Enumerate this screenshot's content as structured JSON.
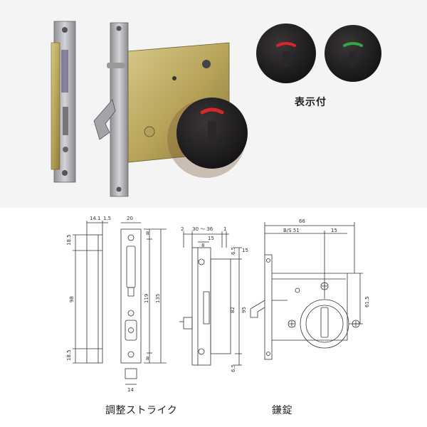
{
  "labels": {
    "indicator": "表示付",
    "strike_caption": "調整ストライク",
    "lock_caption": "鎌錠"
  },
  "dims": {
    "strike_top_left": "14.1",
    "strike_top_right": "1.5",
    "strike_left_top": "18.5",
    "strike_left_mid": "98",
    "strike_left_bot": "18.5",
    "plate_width": "20",
    "plate_r_top": "8",
    "plate_r_mid": "119",
    "plate_r_tot": "135",
    "plate_r_bot": "8",
    "plate_bottom": "14",
    "lock_top_2": "2",
    "lock_top_range": "30 ～ 36",
    "lock_top_1": "1",
    "lock_15": "15",
    "lock_8": "8",
    "lock_65a": "6.5",
    "lock_15b": "15",
    "lock_82": "82",
    "lock_95": "95",
    "lock_65b": "6.5",
    "case_66": "66",
    "case_bs": "B/S 51",
    "case_15": "15",
    "case_615": "61.5"
  },
  "colors": {
    "indicator_red": "#d8262a",
    "indicator_green": "#2fa845",
    "knob": "#1d1b1d",
    "brass": "#b9a55a",
    "steel": "#a8a8ac"
  }
}
